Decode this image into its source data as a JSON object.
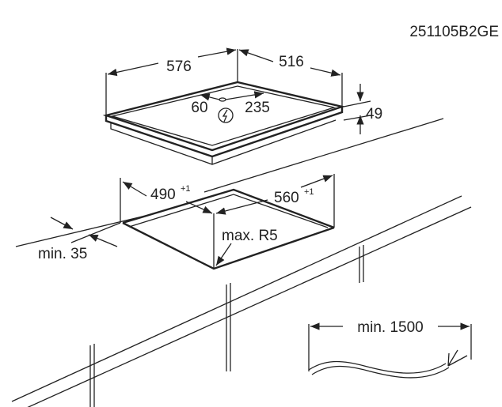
{
  "drawing_code": "251105B2GE",
  "hob": {
    "width": "576",
    "depth": "516",
    "height": "49",
    "connection_offset_left": "60",
    "connection_offset_back": "235",
    "electric_icon": "lightning-bolt-in-circle"
  },
  "cutout": {
    "depth": "490",
    "depth_tolerance": "+1",
    "width": "560",
    "width_tolerance": "+1",
    "corner_radius": "max. R5",
    "min_wall_distance": "min. 35"
  },
  "cable": {
    "min_length": "min. 1500"
  }
}
